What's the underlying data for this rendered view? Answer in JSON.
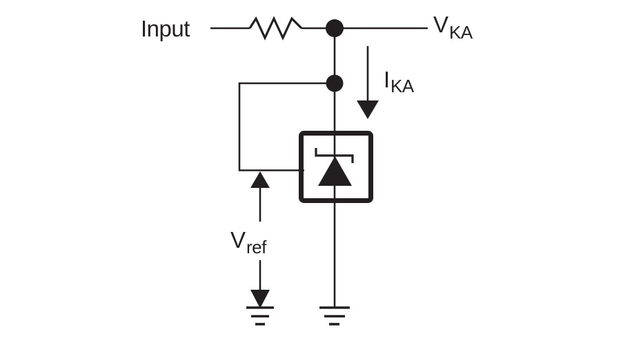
{
  "colors": {
    "ink": "#231f20",
    "background": "#ffffff"
  },
  "labels": {
    "input": "Input",
    "vka": {
      "main": "V",
      "sub": "KA"
    },
    "ika": {
      "main": "I",
      "sub": "KA"
    },
    "vref": {
      "main": "V",
      "sub": "ref"
    }
  }
}
